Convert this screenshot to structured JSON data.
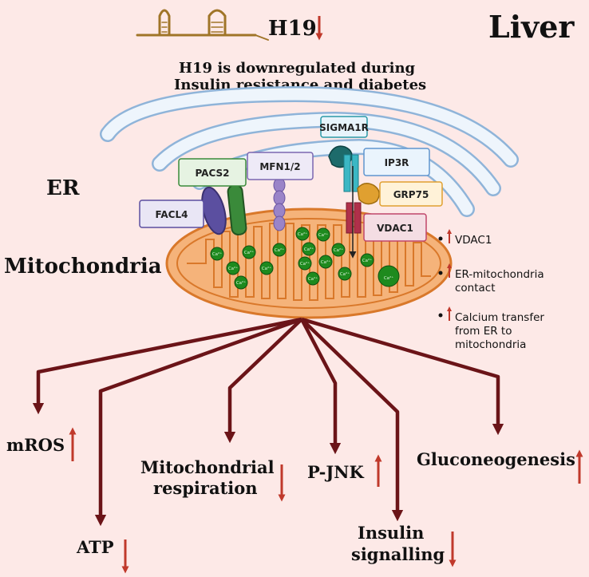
{
  "title": "Liver",
  "gene": "H19",
  "gene_note": [
    "H19 is downregulated during",
    "Insulin resistance and diabetes"
  ],
  "organelles": {
    "er": "ER",
    "mito": "Mitochondria"
  },
  "proteins": {
    "sigma1r": "SIGMA1R",
    "ip3r": "IP3R",
    "grp75": "GRP75",
    "vdac1": "VDAC1",
    "pacs2": "PACS2",
    "mfn": "MFN1/2",
    "facl4": "FACL4"
  },
  "calcium": "Ca²⁺",
  "effects": [
    {
      "text": "VDAC1"
    },
    {
      "lines": [
        "ER-mitochondria",
        "contact"
      ]
    },
    {
      "lines": [
        "Calcium transfer",
        "from ER to",
        "mitochondria"
      ]
    }
  ],
  "outcomes": {
    "mros": "mROS",
    "atp": "ATP",
    "resp": [
      "Mitochondrial",
      "respiration"
    ],
    "pjnk": "P-JNK",
    "insulin": [
      "Insulin",
      "signalling"
    ],
    "gluco": "Gluconeogenesis"
  },
  "colors": {
    "background": "#fde9e7",
    "arrow_dark": "#6b1418",
    "arrow_red": "#c0392b",
    "mito_fill": "#f5b37a",
    "mito_stroke": "#d9782a",
    "er_fill": "#eef5fc",
    "er_stroke": "#8fb4d9",
    "calcium": "#1e8a1e"
  }
}
